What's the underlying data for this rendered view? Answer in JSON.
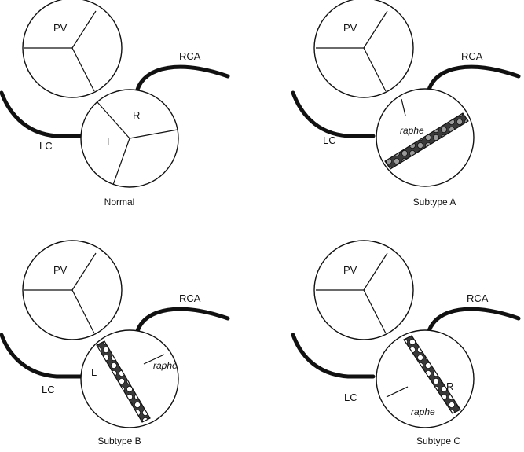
{
  "panels": [
    {
      "caption": "Normal",
      "pv": "PV",
      "rca": "RCA",
      "lc": "LC",
      "cusp_left": "L",
      "cusp_right": "R"
    },
    {
      "caption": "Subtype A",
      "pv": "PV",
      "rca": "RCA",
      "lc": "LC",
      "raphe": "raphe"
    },
    {
      "caption": "Subtype B",
      "pv": "PV",
      "rca": "RCA",
      "lc": "LC",
      "raphe": "raphe",
      "cusp_left": "L"
    },
    {
      "caption": "Subtype C",
      "pv": "PV",
      "rca": "RCA",
      "lc": "LC",
      "raphe": "raphe",
      "cusp_right": "R"
    }
  ]
}
